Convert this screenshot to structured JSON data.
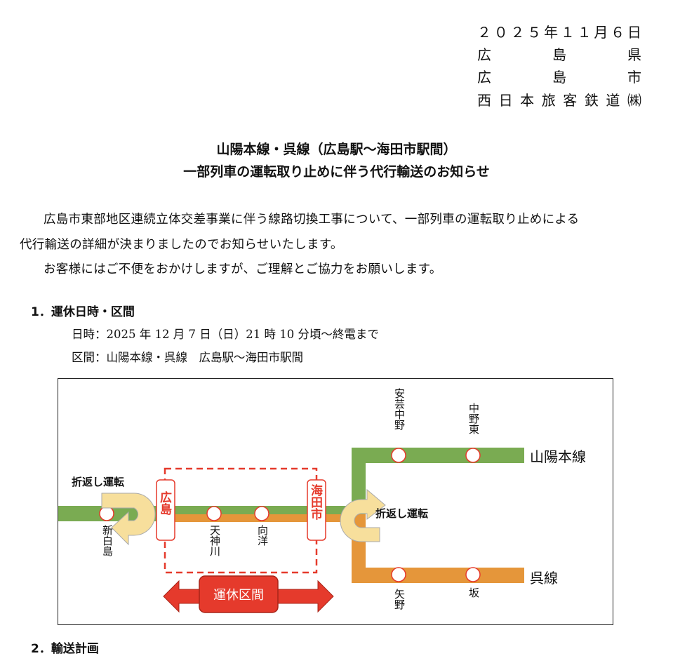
{
  "header": {
    "date": [
      "２",
      "０",
      "２",
      "５",
      "年",
      "１",
      "１",
      "月",
      "６",
      "日"
    ],
    "issuer_lines": [
      [
        "広",
        "島",
        "県"
      ],
      [
        "広",
        "島",
        "市"
      ],
      [
        "西",
        "日",
        "本",
        "旅",
        "客",
        "鉄",
        "道",
        "㈱"
      ]
    ]
  },
  "title": {
    "line1": "山陽本線・呉線（広島駅～海田市駅間）",
    "line2": "一部列車の運転取り止めに伴う代行輸送のお知らせ"
  },
  "body": {
    "para1_line1": "広島市東部地区連続立体交差事業に伴う線路切換工事について、一部列車の運転取り止めによる",
    "para1_line2": "代行輸送の詳細が決まりましたのでお知らせいたします。",
    "para2": "お客様にはご不便をおかけしますが、ご理解とご協力をお願いします。"
  },
  "section1": {
    "heading": "1．運休日時・区間",
    "datetime": "日時：2025 年 12 月 7 日（日）21 時 10 分頃～終電まで",
    "section_range": "区間：山陽本線・呉線　広島駅～海田市駅間"
  },
  "diagram": {
    "lines": {
      "sanyo": {
        "label": "山陽本線",
        "color": "#7aab52"
      },
      "kure": {
        "label": "呉線",
        "color": "#e5963a"
      }
    },
    "stations": {
      "shin_hakushima": "新白島",
      "hiroshima": "広島",
      "tenjingawa": "天神川",
      "mukainada": "向洋",
      "kaitaichi": "海田市",
      "aki_nakano": "安芸中野",
      "nakano_higashi": "中野東",
      "yano": "矢野",
      "saka": "坂"
    },
    "turnback_label": "折返し運転",
    "suspended_label": "運休区間",
    "accent_red": "#e53a2c",
    "arrow_fill": "#f7df9c"
  },
  "section2": {
    "heading": "2．輸送計画"
  }
}
